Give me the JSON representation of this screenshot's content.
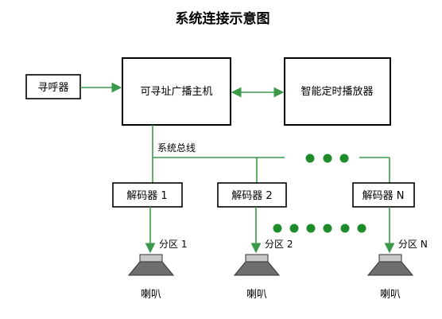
{
  "title": "系统连接示意图",
  "nodes": {
    "pager": "寻呼器",
    "host": "可寻址广播主机",
    "timer": "智能定时播放器",
    "decoder1": "解码器 1",
    "decoder2": "解码器 2",
    "decoderN": "解码器 N",
    "zone1": "分区 1",
    "zone2": "分区 2",
    "zoneN": "分区 N",
    "speaker1": "喇叭",
    "speaker2": "喇叭",
    "speakerN": "喇叭"
  },
  "bus_label": "系统总线",
  "colors": {
    "line": "#3a9a4a",
    "dots": "#1e8c2a",
    "box_border": "#000000"
  }
}
